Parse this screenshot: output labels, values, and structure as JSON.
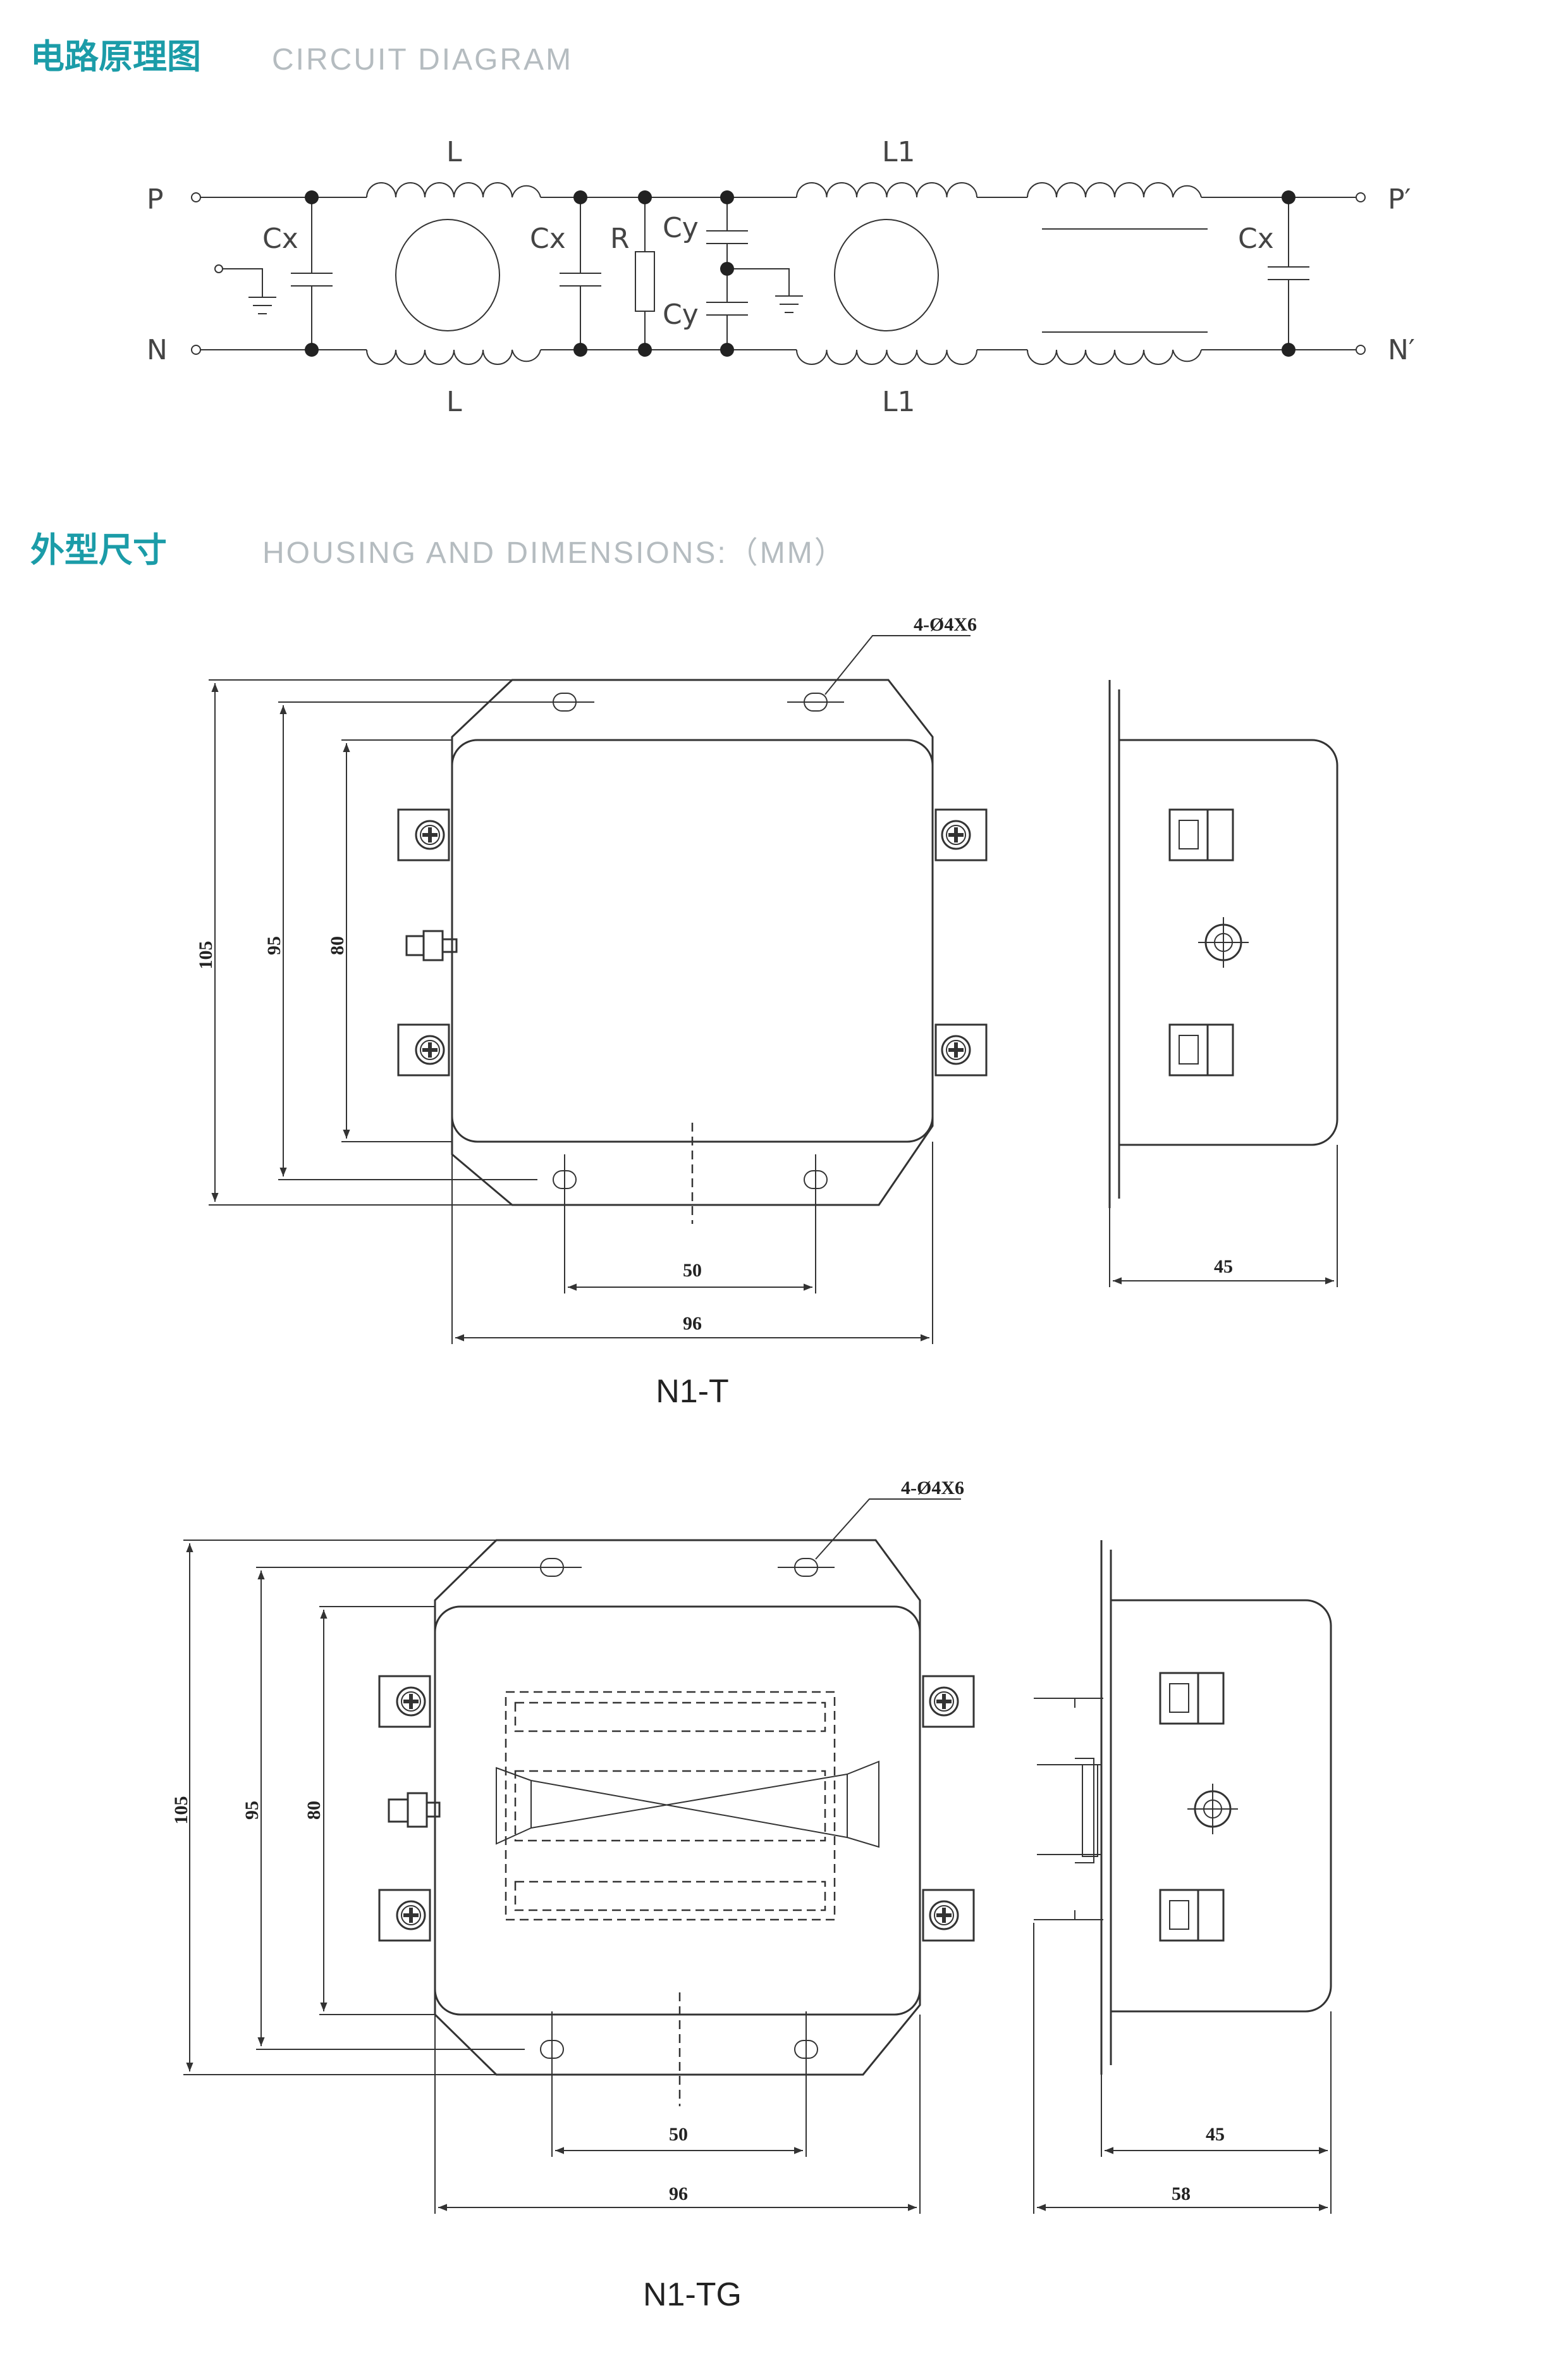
{
  "section1": {
    "title_cn": "电路原理图",
    "title_en": "CIRCUIT DIAGRAM"
  },
  "section2": {
    "title_cn": "外型尺寸",
    "title_en": "HOUSING AND DIMENSIONS:（MM）"
  },
  "circuit": {
    "in_top": "P",
    "in_bottom": "N",
    "out_top": "P′",
    "out_bottom": "N′",
    "inductor_l": "L",
    "inductor_l1": "L1",
    "cap_x": "Cx",
    "cap_y": "Cy",
    "resistor": "R"
  },
  "drawing1": {
    "model": "N1-T",
    "hole_note": "4-Ø4X6",
    "dims": {
      "h105": "105",
      "h95": "95",
      "h80": "80",
      "w50": "50",
      "w96": "96",
      "d45": "45"
    }
  },
  "drawing2": {
    "model": "N1-TG",
    "hole_note": "4-Ø4X6",
    "dims": {
      "h105": "105",
      "h95": "95",
      "h80": "80",
      "w50": "50",
      "w96": "96",
      "d45": "45",
      "d58": "58"
    }
  }
}
